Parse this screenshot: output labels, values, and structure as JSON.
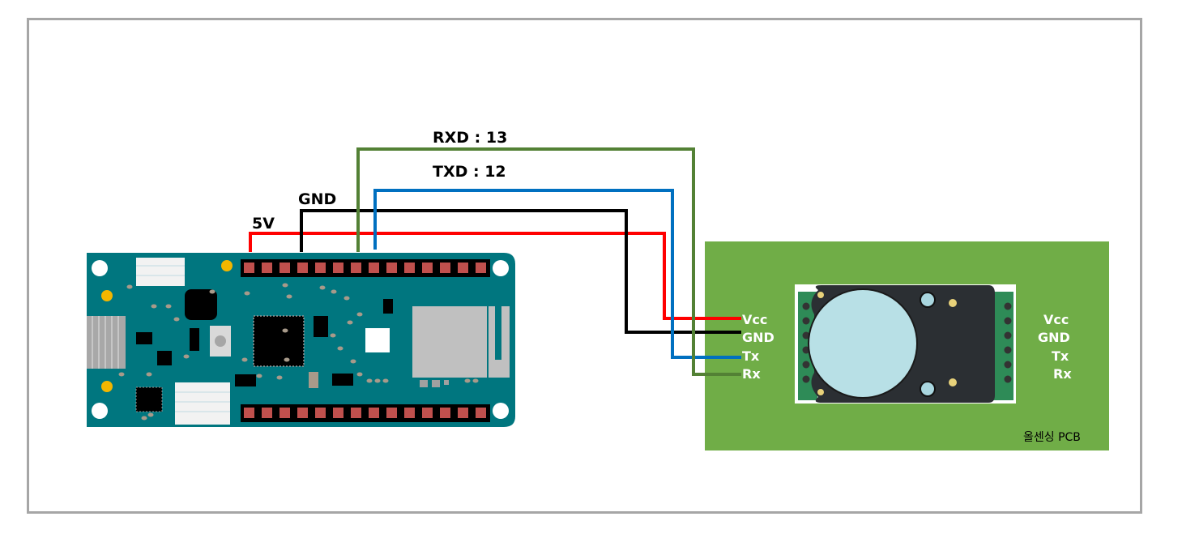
{
  "diagram": {
    "title": "Arduino to dust sensor wiring",
    "connections": [
      {
        "name": "5V",
        "label": "5V",
        "color": "#ff0000",
        "target_pin": "Vcc"
      },
      {
        "name": "GND",
        "label": "GND",
        "color": "#000000",
        "target_pin": "GND"
      },
      {
        "name": "TXD",
        "label": "TXD : 12",
        "color": "#0070c0",
        "target_pin": "Tx"
      },
      {
        "name": "RXD",
        "label": "RXD : 13",
        "color": "#538135",
        "target_pin": "Rx"
      }
    ],
    "board": {
      "name": "Arduino MKR board",
      "color": "#00767f",
      "top_header_pins": 14,
      "bottom_header_pins": 14
    },
    "pcb": {
      "caption": "올센싱 PCB",
      "color": "#70ad47",
      "left_pins": [
        "Vcc",
        "GND",
        "Tx",
        "Rx"
      ],
      "right_pins": [
        "Vcc",
        "GND",
        "Tx",
        "Rx"
      ]
    },
    "frame_color": "#a6a6a6"
  }
}
